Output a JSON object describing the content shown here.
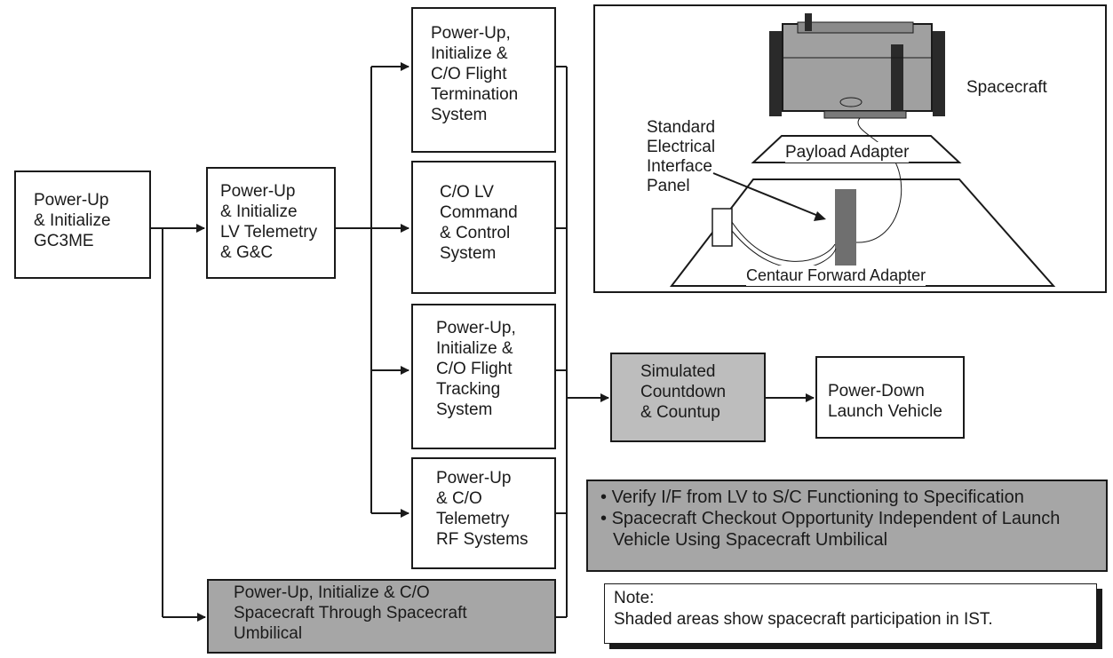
{
  "boxes": {
    "gc3me": "Power-Up\n& Initialize\nGC3ME",
    "lv_telemetry": "Power-Up\n& Initialize\nLV Telemetry\n& G&C",
    "flight_termination": "Power-Up,\n Initialize &\nC/O Flight\nTermination\nSystem",
    "command_control": "C/O LV\nCommand\n& Control\nSystem",
    "flight_tracking": "Power-Up,\nInitialize &\nC/O Flight\nTracking\nSystem",
    "telemetry_rf": "Power-Up\n& C/O\nTelemetry\nRF Systems",
    "spacecraft_umbilical": "Power-Up, Initialize & C/O\nSpacecraft Through Spacecraft\nUmbilical",
    "simulated_countdown": "Simulated\nCountdown\n& Countup",
    "power_down": "Power-Down\nLaunch Vehicle"
  },
  "bullets": [
    "Verify I/F from LV to S/C Functioning to Specification",
    "Spacecraft Checkout Opportunity Independent of Launch Vehicle Using Spacecraft Umbilical"
  ],
  "note": {
    "title": "Note:",
    "text": "Shaded areas show spacecraft participation in IST."
  },
  "illustration": {
    "spacecraft": "Spacecraft",
    "interface_panel": "Standard\nElectrical\nInterface\nPanel",
    "payload_adapter": "Payload Adapter",
    "forward_adapter": "Centaur Forward Adapter"
  },
  "colors": {
    "shaded": "#bdbdbd",
    "dark_shaded": "#a6a6a6",
    "line": "#1a1a1a"
  }
}
